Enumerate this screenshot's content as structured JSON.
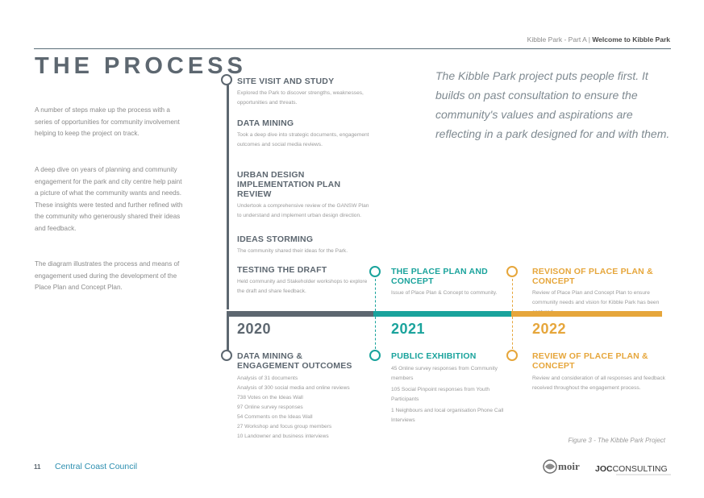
{
  "header": {
    "breadcrumb": "Kibble Park - Part A",
    "current": "Welcome to Kibble Park"
  },
  "title": "THE PROCESS",
  "intro": [
    "A number of steps make up the process with a series of opportunities for community involvement helping to keep the project on track.",
    "A deep dive on years of planning and community engagement for the park and city centre help paint a picture of what the community wants and needs. These insights were tested and further refined with the community who generously shared their ideas and feedback.",
    "The diagram illustrates the process and means of engagement used during the development of the Place Plan and Concept Plan."
  ],
  "quote": "The Kibble Park project puts people first. It builds on past consultation to ensure the community's values and aspirations are reflecting in a park designed for and with them.",
  "steps_2020_above": [
    {
      "title": "SITE VISIT AND STUDY",
      "desc": "Explored the Park to discover strengths, weaknesses, opportunities and threats."
    },
    {
      "title": "DATA MINING",
      "desc": "Took a deep dive into strategic documents, engagement outcomes and social media reviews."
    },
    {
      "title": "URBAN DESIGN IMPLEMENTATION PLAN REVIEW",
      "desc": "Undertook a comprehensive review of the GANSW Plan to understand and implement urban design direction."
    },
    {
      "title": "IDEAS STORMING",
      "desc": "The community shared their ideas for the Park."
    },
    {
      "title": "TESTING THE DRAFT",
      "desc": "Held community and Stakeholder workshops to explore the draft and share feedback."
    }
  ],
  "step_2021_above": {
    "title": "THE PLACE PLAN AND CONCEPT",
    "desc": "Issue of Place Plan & Concept to community."
  },
  "step_2022_above": {
    "title": "REVISON OF PLACE PLAN & CONCEPT",
    "desc": "Review of Place Plan and Concept Plan to ensure community needs and vision for Kibble Park has been captured."
  },
  "years": [
    "2020",
    "2021",
    "2022"
  ],
  "step_2020_below": {
    "title": "DATA MINING & ENGAGEMENT OUTCOMES",
    "items": [
      "Analysis of 31 documents",
      "Analysis of 300 social media and online reviews",
      "738 Votes on the Ideas Wall",
      "97 Online survey responses",
      "54 Comments on the Ideas Wall",
      "27 Workshop and focus group members",
      "10 Landowner and business interviews"
    ]
  },
  "step_2021_below": {
    "title": "PUBLIC EXHIBITION",
    "items": [
      "45 Online survey responses from Community members",
      "105 Social Pinpoint responses from Youth Participants",
      "1 Neighbours and local organisation Phone Call Interviews"
    ]
  },
  "step_2022_below": {
    "title": "REVIEW OF PLACE PLAN & CONCEPT",
    "desc": "Review and consideration of all responses and feedback received throughout the engagement process."
  },
  "figure_caption": "Figure 3 - The Kibble Park Project",
  "footer": {
    "page": "11",
    "org": "Central Coast Council"
  },
  "logos": {
    "moir": "moir",
    "joc": "JOCCONSULTING"
  },
  "colors": {
    "slate": "#5d6770",
    "teal": "#1aa39c",
    "gold": "#e6a63b",
    "blue": "#2d8fb0"
  }
}
